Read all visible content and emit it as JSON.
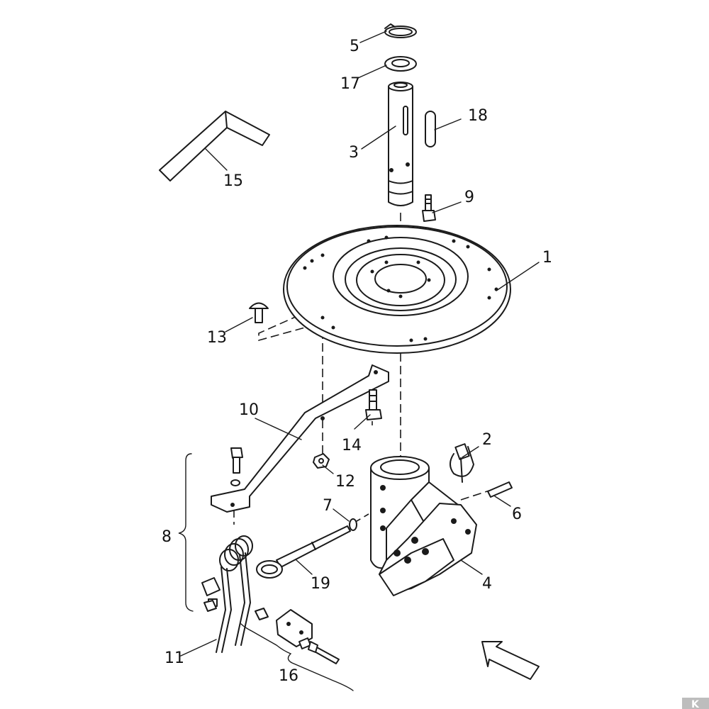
{
  "labels": {
    "l1": "1",
    "l2": "2",
    "l3": "3",
    "l4": "4",
    "l5": "5",
    "l6": "6",
    "l7": "7",
    "l8": "8",
    "l9": "9",
    "l10": "10",
    "l11": "11",
    "l12": "12",
    "l13": "13",
    "l14": "14",
    "l15": "15",
    "l16": "16",
    "l17": "17",
    "l18": "18",
    "l19": "19"
  },
  "logo": {
    "text": "K"
  },
  "colors": {
    "ink": "#1a1a1a",
    "paper": "#ffffff",
    "logo": "#bdbdbd"
  }
}
